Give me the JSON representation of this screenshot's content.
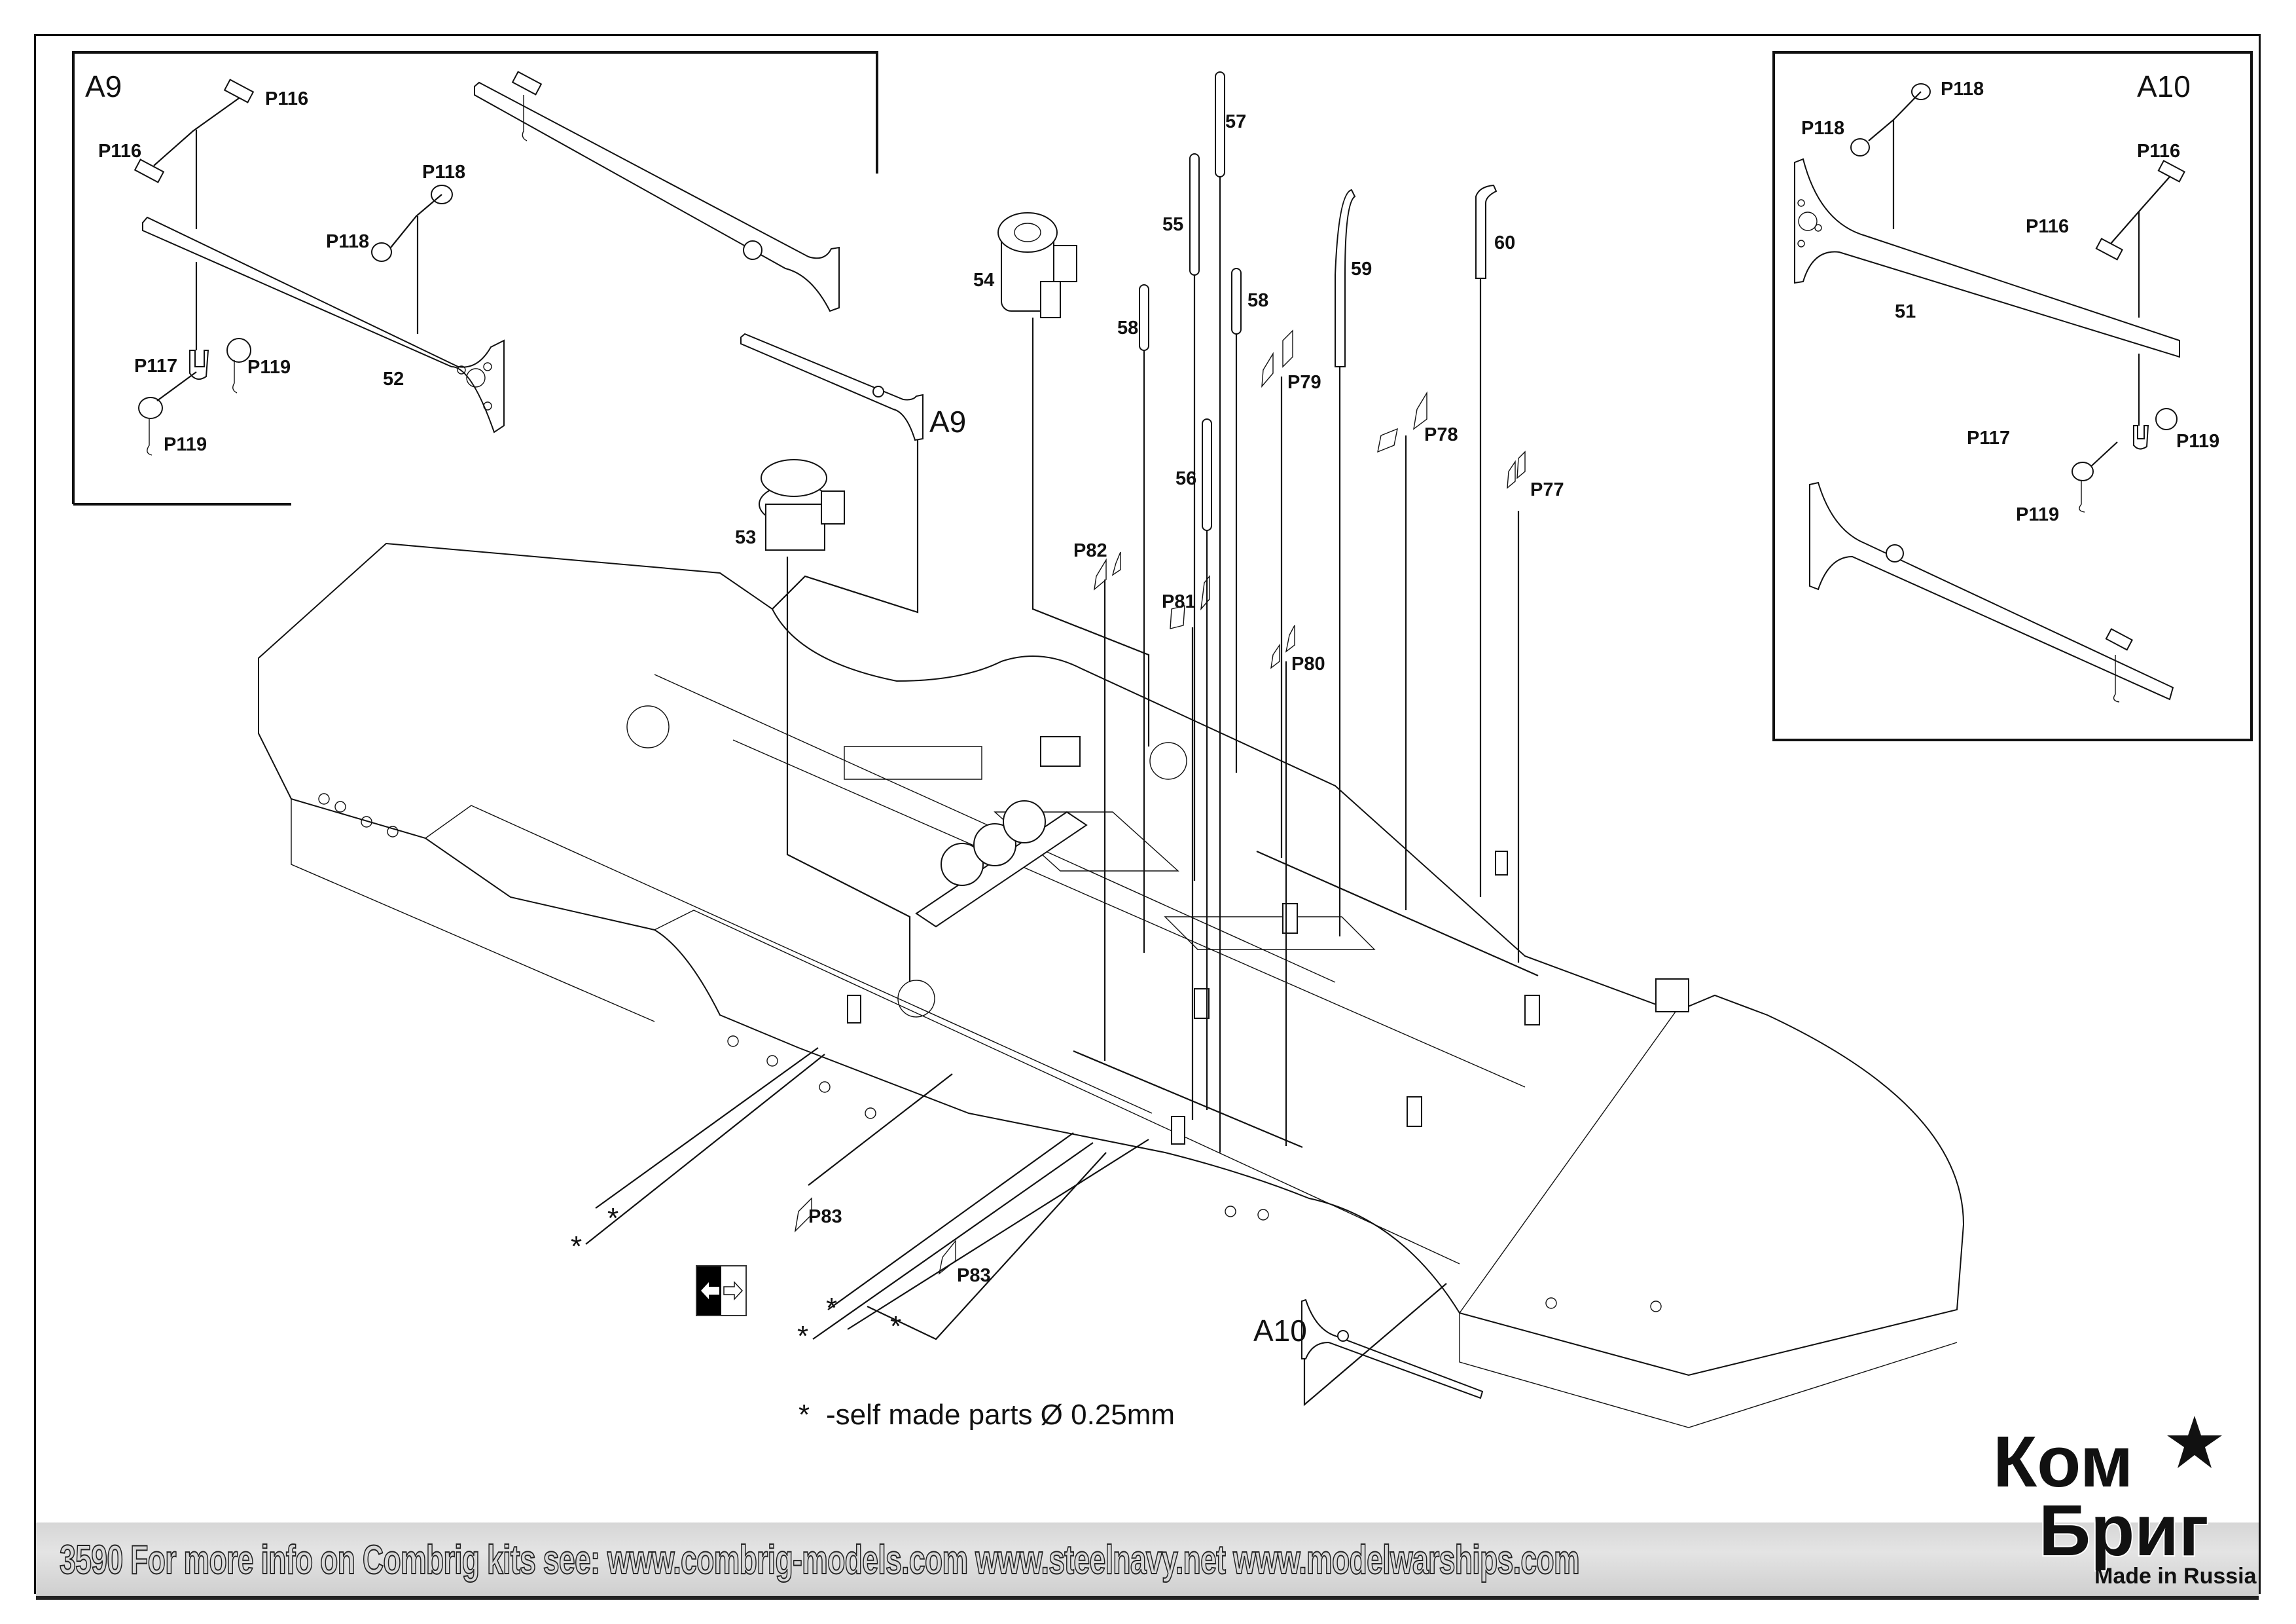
{
  "document": {
    "type": "model kit assembly instruction sheet",
    "kit_number": "3590",
    "footer_text": "3590  For more info on Combrig kits see: www.combrig-models.com www.steelnavy.net  www.modelwarships.com",
    "brand_logo": {
      "line1": "Ком",
      "line2": "Бриг",
      "tagline": "Made in Russia",
      "emblem": "star-hammer-sickle-icon"
    },
    "note": "-self made parts Ø 0.25mm",
    "note_marker": "*",
    "nav_icon": "page-flip-arrows-icon"
  },
  "insets": {
    "a9": {
      "title": "A9",
      "parts": [
        "P116",
        "P116",
        "P118",
        "P118",
        "P117",
        "P119",
        "P119",
        "52"
      ]
    },
    "a10": {
      "title": "A10",
      "parts": [
        "P118",
        "P118",
        "P116",
        "P116",
        "51",
        "P117",
        "P119",
        "P119"
      ]
    }
  },
  "callouts": {
    "assembly_a9": "A9",
    "assembly_a10": "A10",
    "p53": "53",
    "p54": "54",
    "p55": "55",
    "p56": "56",
    "p57": "57",
    "p58a": "58",
    "p58b": "58",
    "p59": "59",
    "p60": "60",
    "p77": "P77",
    "p78": "P78",
    "p79": "P79",
    "p80": "P80",
    "p81": "P81",
    "p82": "P82",
    "p83a": "P83",
    "p83b": "P83"
  },
  "asterisks": [
    "*",
    "*",
    "*",
    "*",
    "*"
  ]
}
